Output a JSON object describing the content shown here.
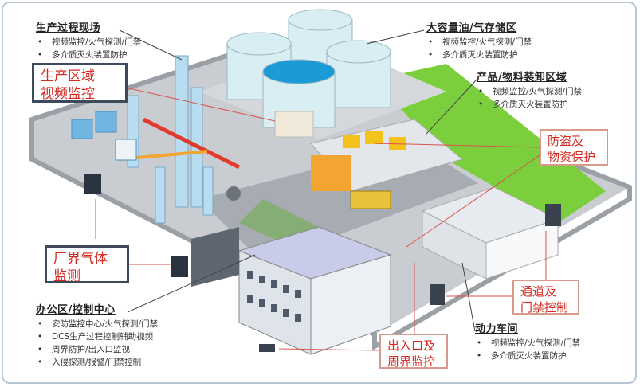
{
  "areas": {
    "production_site": {
      "title": "生产过程现场",
      "bullets": [
        "视频监控/火气探测/门禁",
        "多介质灭火装置防护"
      ]
    },
    "storage": {
      "title": "大容量油/气存储区",
      "bullets": [
        "视频监控/火气探测/门禁",
        "多介质灭火装置防护"
      ]
    },
    "loading": {
      "title": "产品/物料装卸区域",
      "bullets": [
        "视频监控/火气探测/门禁",
        "多介质灭火装置防护"
      ]
    },
    "office": {
      "title": "办公区/控制中心",
      "bullets": [
        "安防监控中心/火气探测/门禁",
        "DCS生产过程控制辅助视频",
        "周界防护/出入口监视",
        "入侵探测/报警/门禁控制"
      ]
    },
    "power": {
      "title": "动力车间",
      "bullets": [
        "视频监控/火气探测/门禁",
        "多介质灭火装置防护"
      ]
    }
  },
  "callouts": {
    "production_video": [
      "生产区域",
      "视频监控"
    ],
    "theft": [
      "防盗及",
      "物资保护"
    ],
    "boundary_gas": [
      "厂界气体",
      "监测"
    ],
    "access": [
      "通道及",
      "门禁控制"
    ],
    "entrance": [
      "出入口及",
      "周界监控"
    ]
  },
  "colors": {
    "callout_text": "#d42a22",
    "ground": "#c9cdd1",
    "grass": "#7ccf3c",
    "tank": "#d8eef3",
    "building": "#e9edf2"
  }
}
